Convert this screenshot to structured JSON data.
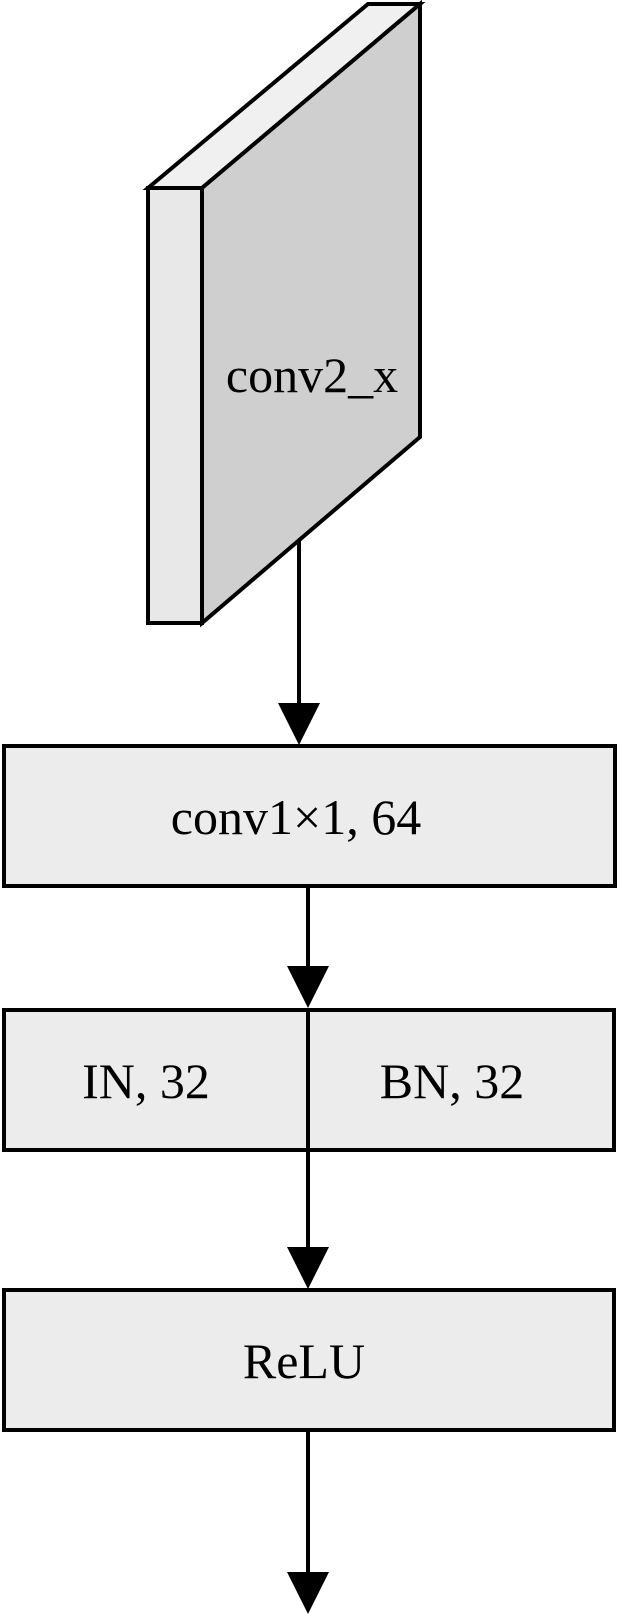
{
  "diagram": {
    "feature_map": {
      "label": "conv2_x"
    },
    "blocks": [
      {
        "id": "conv",
        "label": "conv1×1, 64"
      },
      {
        "id": "in",
        "label": "IN, 32"
      },
      {
        "id": "bn",
        "label": "BN, 32"
      },
      {
        "id": "relu",
        "label": "ReLU"
      }
    ]
  },
  "colors": {
    "stroke": "#000000",
    "box_fill": "#ececec",
    "slab_front": "#e8e8e8",
    "slab_top": "#f0f0f0",
    "slab_face": "#cfcfcf"
  }
}
